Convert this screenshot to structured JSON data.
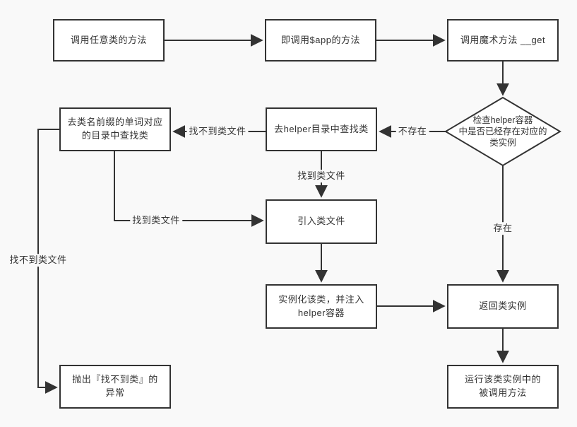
{
  "style": {
    "background": "#f9f9f9",
    "line_color": "#333333",
    "box_fill": "#ffffff",
    "text_color": "#333333"
  },
  "diagram": {
    "type": "flowchart",
    "nodes": {
      "call_any": {
        "shape": "rect",
        "label": "调用任意类的方法"
      },
      "call_app": {
        "shape": "rect",
        "label": "即调用$app的方法"
      },
      "call_magic": {
        "shape": "rect",
        "label": "调用魔术方法 __get"
      },
      "check_container": {
        "shape": "diamond",
        "label": "检查helper容器\n中是否已经存在对应的\n类实例"
      },
      "search_prefix": {
        "shape": "rect",
        "label": "去类名前缀的单词对应\n的目录中查找类"
      },
      "search_helper": {
        "shape": "rect",
        "label": "去helper目录中查找类"
      },
      "include_file": {
        "shape": "rect",
        "label": "引入类文件"
      },
      "instantiate": {
        "shape": "rect",
        "label": "实例化该类，并注入\nhelper容器"
      },
      "return_instance": {
        "shape": "rect",
        "label": "返回类实例"
      },
      "run_method": {
        "shape": "rect",
        "label": "运行该类实例中的\n被调用方法"
      },
      "throw_exception": {
        "shape": "rect",
        "label": "抛出『找不到类』的\n异常"
      }
    },
    "edges": {
      "call_any_to_call_app": {
        "from": "call_any",
        "to": "call_app",
        "label": ""
      },
      "call_app_to_call_magic": {
        "from": "call_app",
        "to": "call_magic",
        "label": ""
      },
      "call_magic_to_check": {
        "from": "call_magic",
        "to": "check_container",
        "label": ""
      },
      "check_to_search_helper": {
        "from": "check_container",
        "to": "search_helper",
        "label": "不存在"
      },
      "search_helper_to_prefix": {
        "from": "search_helper",
        "to": "search_prefix",
        "label": "找不到类文件"
      },
      "search_helper_to_include": {
        "from": "search_helper",
        "to": "include_file",
        "label": "找到类文件"
      },
      "search_prefix_to_include": {
        "from": "search_prefix",
        "to": "include_file",
        "label": "找到类文件"
      },
      "search_prefix_to_throw": {
        "from": "search_prefix",
        "to": "throw_exception",
        "label": "找不到类文件"
      },
      "include_to_instantiate": {
        "from": "include_file",
        "to": "instantiate",
        "label": ""
      },
      "instantiate_to_return": {
        "from": "instantiate",
        "to": "return_instance",
        "label": ""
      },
      "check_to_return": {
        "from": "check_container",
        "to": "return_instance",
        "label": "存在"
      },
      "return_to_run": {
        "from": "return_instance",
        "to": "run_method",
        "label": ""
      }
    }
  }
}
